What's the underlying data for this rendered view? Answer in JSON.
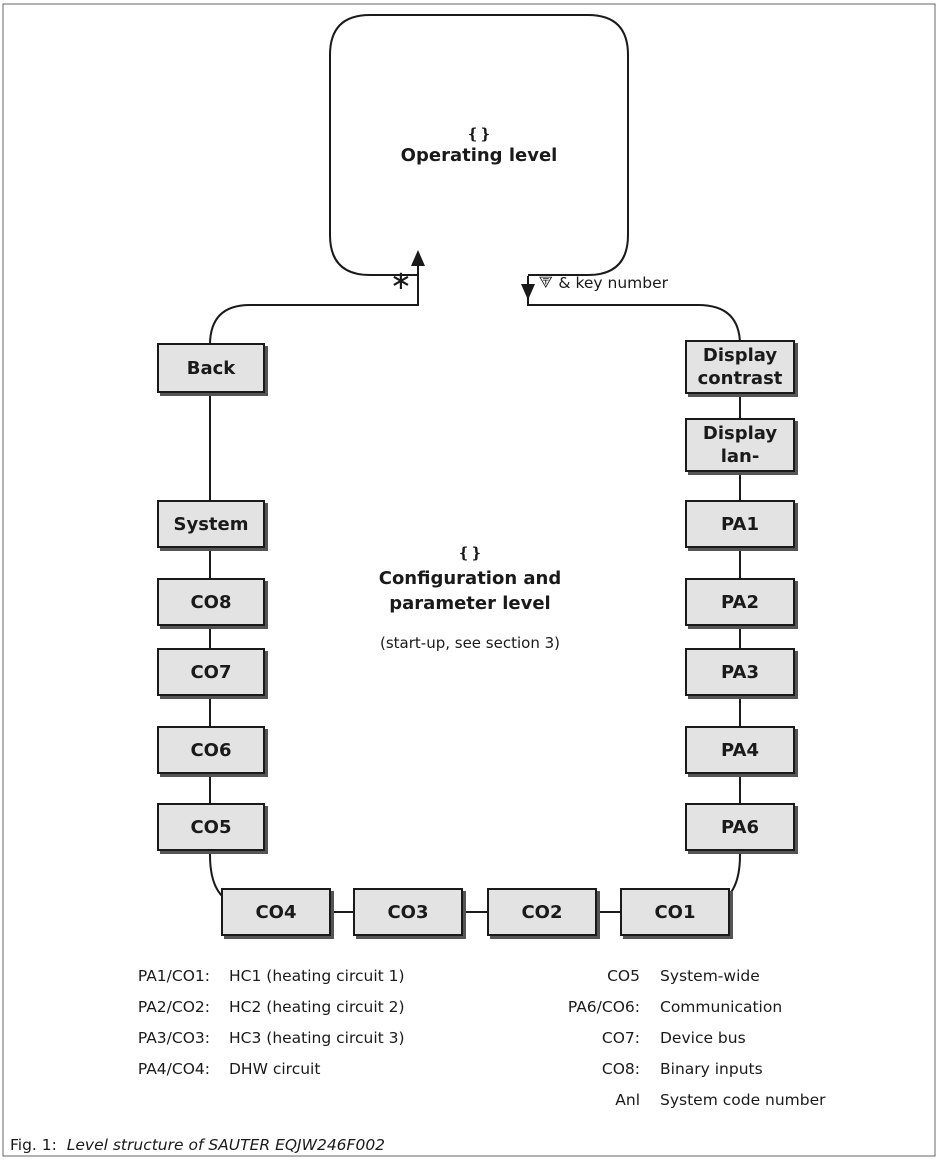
{
  "operating_level": {
    "glyph": "❴❵",
    "title": "Operating level"
  },
  "config_level": {
    "glyph": "❴❵",
    "title_line1": "Configuration and",
    "title_line2": "parameter level",
    "note": "(start-up, see section 3)"
  },
  "transitions": {
    "back_symbol": "∗",
    "enter_label": "⮗ & key number"
  },
  "left_boxes": [
    "Back",
    "System",
    "CO8",
    "CO7",
    "CO6",
    "CO5"
  ],
  "bottom_boxes": [
    "CO4",
    "CO3",
    "CO2",
    "CO1"
  ],
  "right_boxes": [
    "Display contrast",
    "Display lan-",
    "PA1",
    "PA2",
    "PA3",
    "PA4",
    "PA6"
  ],
  "legend_left": [
    {
      "key": "PA1/CO1:",
      "value": "HC1 (heating circuit 1)"
    },
    {
      "key": "PA2/CO2:",
      "value": "HC2 (heating circuit 2)"
    },
    {
      "key": "PA3/CO3:",
      "value": "HC3 (heating circuit 3)"
    },
    {
      "key": "PA4/CO4:",
      "value": "DHW circuit"
    }
  ],
  "legend_right": [
    {
      "key": "CO5",
      "value": "System-wide"
    },
    {
      "key": "PA6/CO6:",
      "value": "Communication"
    },
    {
      "key": "CO7:",
      "value": "Device bus"
    },
    {
      "key": "CO8:",
      "value": "Binary inputs"
    },
    {
      "key": "Anl",
      "value": "System code number"
    }
  ],
  "caption": {
    "prefix": "Fig. 1:",
    "text": "Level structure of SAUTER EQJW246F002"
  }
}
